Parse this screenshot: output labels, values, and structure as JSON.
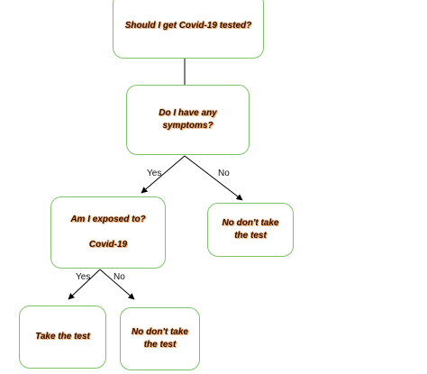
{
  "nodes": {
    "q1": {
      "lines": [
        "Should I get Covid-19 tested?"
      ]
    },
    "q2": {
      "lines": [
        "Do I have any",
        "symptoms?"
      ]
    },
    "q3": {
      "lines": [
        "Am I exposed to?",
        "Covid-19"
      ]
    },
    "a1": {
      "lines": [
        "No don't take",
        "the test"
      ]
    },
    "a2": {
      "lines": [
        "Take the test"
      ]
    },
    "a3": {
      "lines": [
        "No don't take",
        "the test"
      ]
    }
  },
  "edges": {
    "q2_yes": "Yes",
    "q2_no": "No",
    "q3_yes": "Yes",
    "q3_no": "No"
  },
  "colors": {
    "node_border": "#7fc36a",
    "node_text": "#2a1206",
    "text_glow": "#f2a05a",
    "line": "#000000"
  }
}
